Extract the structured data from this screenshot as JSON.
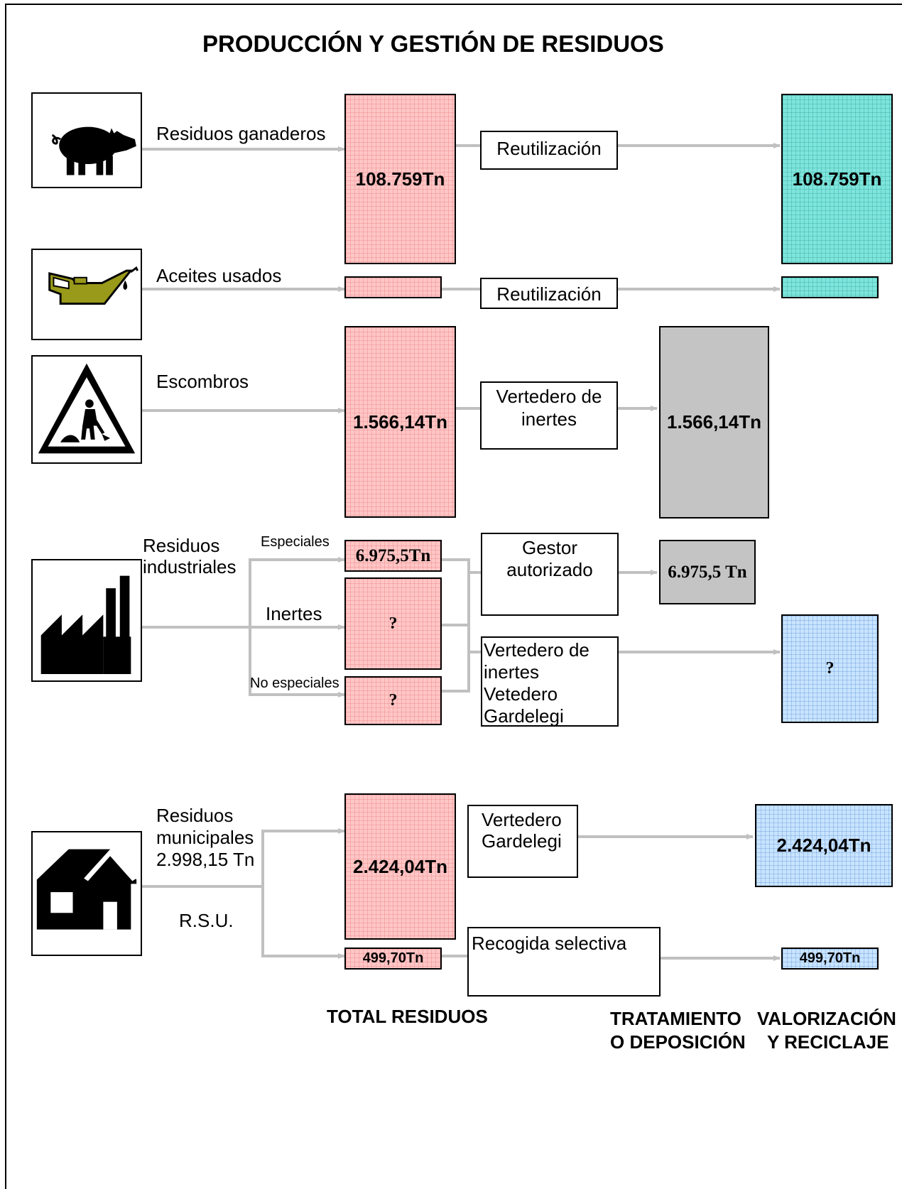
{
  "title": "PRODUCCIÓN Y GESTIÓN DE RESIDUOS",
  "sources": {
    "ganaderos": "Residuos ganaderos",
    "aceites": "Aceites usados",
    "escombros": "Escombros",
    "industriales_line1": "Residuos",
    "industriales_line2": "industriales",
    "municipales_line1": "Residuos",
    "municipales_line2": "municipales",
    "municipales_line3": "2.998,15 Tn",
    "rsu": "R.S.U."
  },
  "branches": {
    "especiales": "Especiales",
    "inertes": "Inertes",
    "no_especiales": "No especiales"
  },
  "totals": {
    "ganaderos": "108.759Tn",
    "escombros": "1.566,14Tn",
    "especiales": "6.975,5Tn",
    "inertes": "?",
    "no_especiales": "?",
    "municipales": "2.424,04Tn",
    "selectiva": "499,70Tn"
  },
  "treatments": {
    "reutilizacion_1": "Reutilización",
    "reutilizacion_2": "Reutilización",
    "vertedero_inertes_line1": "Vertedero de",
    "vertedero_inertes_line2": "inertes",
    "gestor_line1": "Gestor",
    "gestor_line2": "autorizado",
    "vert_vet_line1": "Vertedero de",
    "vert_vet_line2": "inertes",
    "vert_vet_line3": "Vetedero",
    "vert_vet_line4": "Gardelegi",
    "gardelegi_line1": "Vertedero",
    "gardelegi_line2": "Gardelegi",
    "recogida": "Recogida selectiva"
  },
  "results": {
    "ganaderos": "108.759Tn",
    "escombros": "1.566,14Tn",
    "especiales": "6.975,5 Tn",
    "industrial_rest": "?",
    "municipales": "2.424,04Tn",
    "selectiva": "499,70Tn"
  },
  "footer": {
    "total_residuos": "TOTAL  RESIDUOS",
    "tratamiento_line1": "TRATAMIENTO",
    "tratamiento_line2": "O DEPOSICIÓN",
    "valorizacion_line1": "VALORIZACIÓN",
    "valorizacion_line2": "Y RECICLAJE"
  },
  "icons": [
    "pig-icon",
    "oil-can-icon",
    "road-works-sign-icon",
    "factory-icon",
    "house-icon"
  ],
  "colors": {
    "total_fill": "#ffc6c6",
    "reuse_fill": "#7fe5dc",
    "disposal_fill": "#c4c4c4",
    "landfill_fill": "#c8e4ff",
    "connector": "#c0c0c0"
  }
}
